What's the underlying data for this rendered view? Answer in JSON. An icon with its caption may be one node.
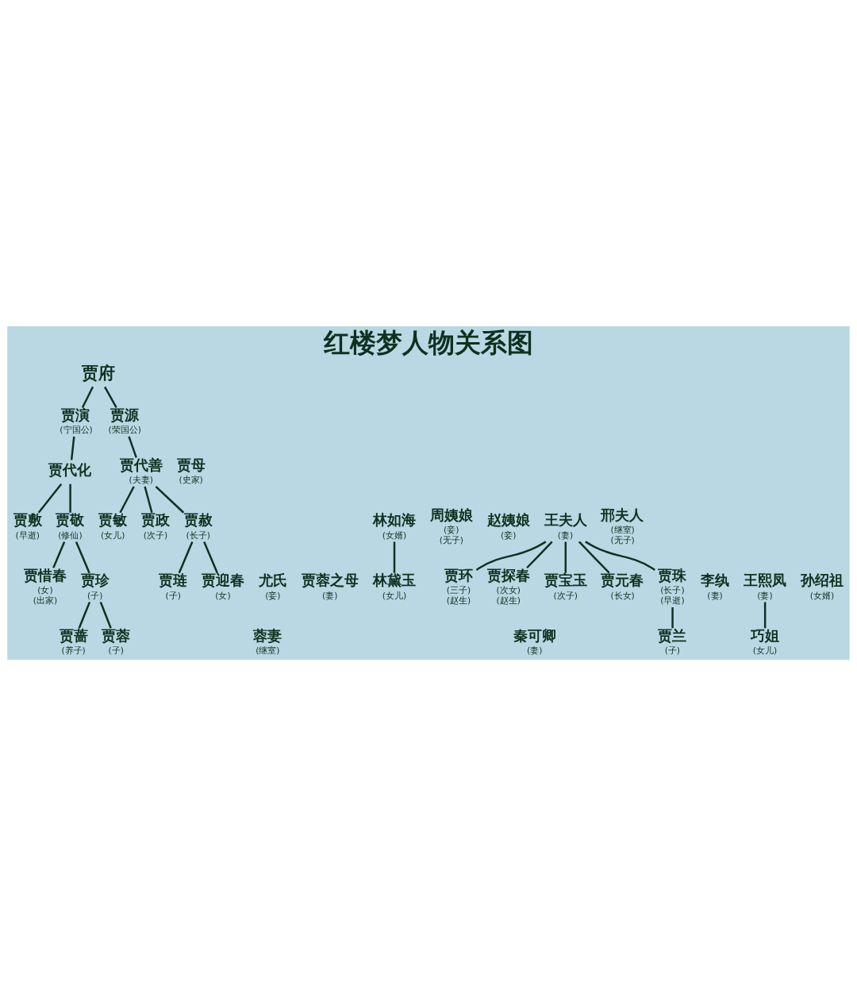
{
  "diagram": {
    "title": "红楼梦人物关系图",
    "nodes": [
      {
        "text": [
          "贾府"
        ]
      },
      {
        "text": [
          "贾演"
        ],
        "beside": [
          "(宁国公)"
        ]
      },
      {
        "text": [
          "贾源"
        ],
        "beside": [
          "(荣国公)"
        ]
      },
      {
        "text": [
          "贾代化"
        ]
      },
      {
        "text": [
          "贾敷"
        ],
        "beside": [
          "(早逝)"
        ]
      },
      {
        "text": [
          "贾敬"
        ],
        "beside": [
          "(修仙)"
        ]
      },
      {
        "text": [
          "贾惜春"
        ],
        "beside": [
          "(女)",
          "(出家)"
        ]
      },
      {
        "text": [
          "尤氏"
        ],
        "beside": [
          "(妾)"
        ]
      },
      {
        "text": [
          "贾蓉之母"
        ],
        "beside": [
          "(妻)"
        ]
      },
      {
        "text": [
          "贾珍"
        ],
        "beside": [
          "(子)"
        ]
      },
      {
        "text": [
          "贾蔷"
        ],
        "beside": [
          "(养子)"
        ]
      },
      {
        "text": [
          "蓉妻"
        ],
        "beside": [
          "(继室)"
        ]
      },
      {
        "text": [
          "秦可卿"
        ],
        "beside": [
          "(妻)"
        ]
      },
      {
        "text": [
          "贾蓉"
        ],
        "beside": [
          "(子)"
        ]
      },
      {
        "text": [
          "贾代善"
        ],
        "beside": [
          "(夫妻)"
        ]
      },
      {
        "text": [
          "贾母"
        ],
        "beside": [
          "(史家)"
        ]
      },
      {
        "text": [
          "林如海"
        ],
        "beside": [
          "(女婿)"
        ]
      },
      {
        "text": [
          "贾敏"
        ],
        "beside": [
          "(女儿)"
        ]
      },
      {
        "text": [
          "林黛玉"
        ],
        "beside": [
          "(女儿)"
        ]
      },
      {
        "text": [
          "周姨娘"
        ],
        "beside": [
          "(妾)",
          "(无子)"
        ]
      },
      {
        "text": [
          "赵姨娘"
        ],
        "beside": [
          "(妾)"
        ]
      },
      {
        "text": [
          "王夫人"
        ],
        "beside": [
          "(妻)"
        ]
      },
      {
        "text": [
          "贾政"
        ],
        "beside": [
          "(次子)"
        ]
      },
      {
        "text": [
          "邢夫人"
        ],
        "beside": [
          "(继室)",
          "(无子)"
        ]
      },
      {
        "text": [
          "贾赦"
        ],
        "beside": [
          "(长子)"
        ]
      },
      {
        "text": [
          "贾环"
        ],
        "beside": [
          "(三子)",
          "(赵生)"
        ]
      },
      {
        "text": [
          "贾探春"
        ],
        "beside": [
          "(次女)",
          "(赵生)"
        ]
      },
      {
        "text": [
          "贾宝玉"
        ],
        "beside": [
          "(次子)"
        ]
      },
      {
        "text": [
          "贾元春"
        ],
        "beside": [
          "(长女)"
        ]
      },
      {
        "text": [
          "李纨"
        ],
        "beside": [
          "(妻)"
        ]
      },
      {
        "text": [
          "贾珠"
        ],
        "beside": [
          "(长子)",
          "(早逝)"
        ]
      },
      {
        "text": [
          "王熙凤"
        ],
        "beside": [
          "(妻)"
        ]
      },
      {
        "text": [
          "贾琏"
        ],
        "beside": [
          "(子)"
        ]
      },
      {
        "text": [
          "孙绍祖"
        ],
        "beside": [
          "(女婿)"
        ]
      },
      {
        "text": [
          "贾迎春"
        ],
        "beside": [
          "(女)"
        ]
      },
      {
        "text": [
          "贾兰"
        ],
        "beside": [
          "(子)"
        ]
      },
      {
        "text": [
          "巧姐"
        ],
        "beside": [
          "(女儿)"
        ]
      }
    ],
    "edges": [
      {
        "from": 0,
        "to": 1,
        "arrow": "none"
      },
      {
        "from": 0,
        "to": 2,
        "arrow": "none"
      },
      {
        "from": 1,
        "to": 3,
        "arrow": "none"
      },
      {
        "from": 2,
        "to": 14,
        "arrow": "none"
      },
      {
        "from": 3,
        "to": 4,
        "arrow": "none"
      },
      {
        "from": 3,
        "to": 5,
        "arrow": "none"
      },
      {
        "from": 5,
        "to": 6,
        "arrow": "none"
      },
      {
        "from": 5,
        "to": 9,
        "arrow": "none"
      },
      {
        "from": 9,
        "to": 10,
        "arrow": "none"
      },
      {
        "from": 9,
        "to": 13,
        "arrow": "none"
      },
      {
        "from": 14,
        "to": 17,
        "arrow": "none"
      },
      {
        "from": 14,
        "to": 22,
        "arrow": "none"
      },
      {
        "from": 14,
        "to": 24,
        "arrow": "none"
      },
      {
        "from": 16,
        "to": 18,
        "arrow": "none"
      },
      {
        "from": 21,
        "to": 25,
        "arrow": "none"
      },
      {
        "from": 21,
        "to": 26,
        "arrow": "none"
      },
      {
        "from": 21,
        "to": 27,
        "arrow": "none"
      },
      {
        "from": 21,
        "to": 28,
        "arrow": "none"
      },
      {
        "from": 21,
        "to": 30,
        "arrow": "none"
      },
      {
        "from": 24,
        "to": 32,
        "arrow": "none"
      },
      {
        "from": 24,
        "to": 34,
        "arrow": "none"
      },
      {
        "from": 30,
        "to": 35,
        "arrow": "none"
      },
      {
        "from": 31,
        "to": 36,
        "arrow": "none"
      }
    ]
  }
}
